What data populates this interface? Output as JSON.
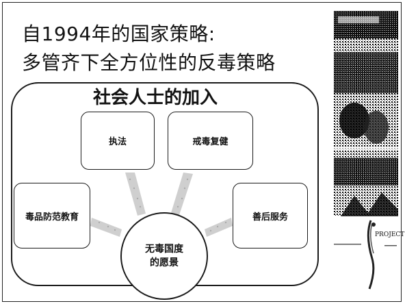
{
  "slide": {
    "title_line1": "自1994年的国家策略:",
    "title_line2": "多管齐下全方位性的反毒策略",
    "heading": "社会人士的加入"
  },
  "boxes": {
    "law_enforcement": "执法",
    "rehab": "戒毒复健",
    "education": "毒品防范教育",
    "aftercare": "善后服务"
  },
  "center": {
    "line1": "无毒国度",
    "line2": "的愿景"
  },
  "logo": {
    "text": "PROJECT"
  }
}
